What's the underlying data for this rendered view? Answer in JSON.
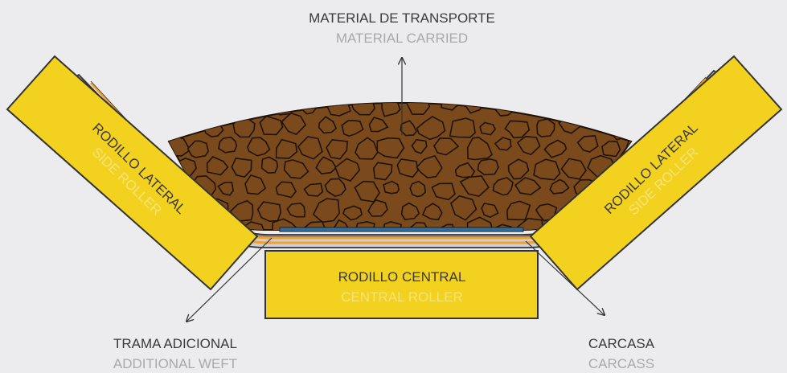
{
  "labels": {
    "material_es": "MATERIAL DE TRANSPORTE",
    "material_en": "MATERIAL CARRIED",
    "left_roller_es": "RODILLO LATERAL",
    "left_roller_en": "SIDE ROLLER",
    "right_roller_es": "RODILLO LATERAL",
    "right_roller_en": "SIDE ROLLER",
    "center_roller_es": "RODILLO CENTRAL",
    "center_roller_en": "CENTRAL ROLLER",
    "weft_es": "TRAMA ADICIONAL",
    "weft_en": "ADDITIONAL WEFT",
    "carcass_es": "CARCASA",
    "carcass_en": "CARCASS"
  },
  "colors": {
    "background": "#ececee",
    "roller": "#f2d21e",
    "belt_cover": "#cfcfd3",
    "carcass": "#f0a030",
    "weft": "#2e6fa3",
    "material": "#7a4a1c",
    "material_outline": "#1f1208",
    "text_dark": "#3a3a3a",
    "text_light": "#a9a9ad"
  }
}
